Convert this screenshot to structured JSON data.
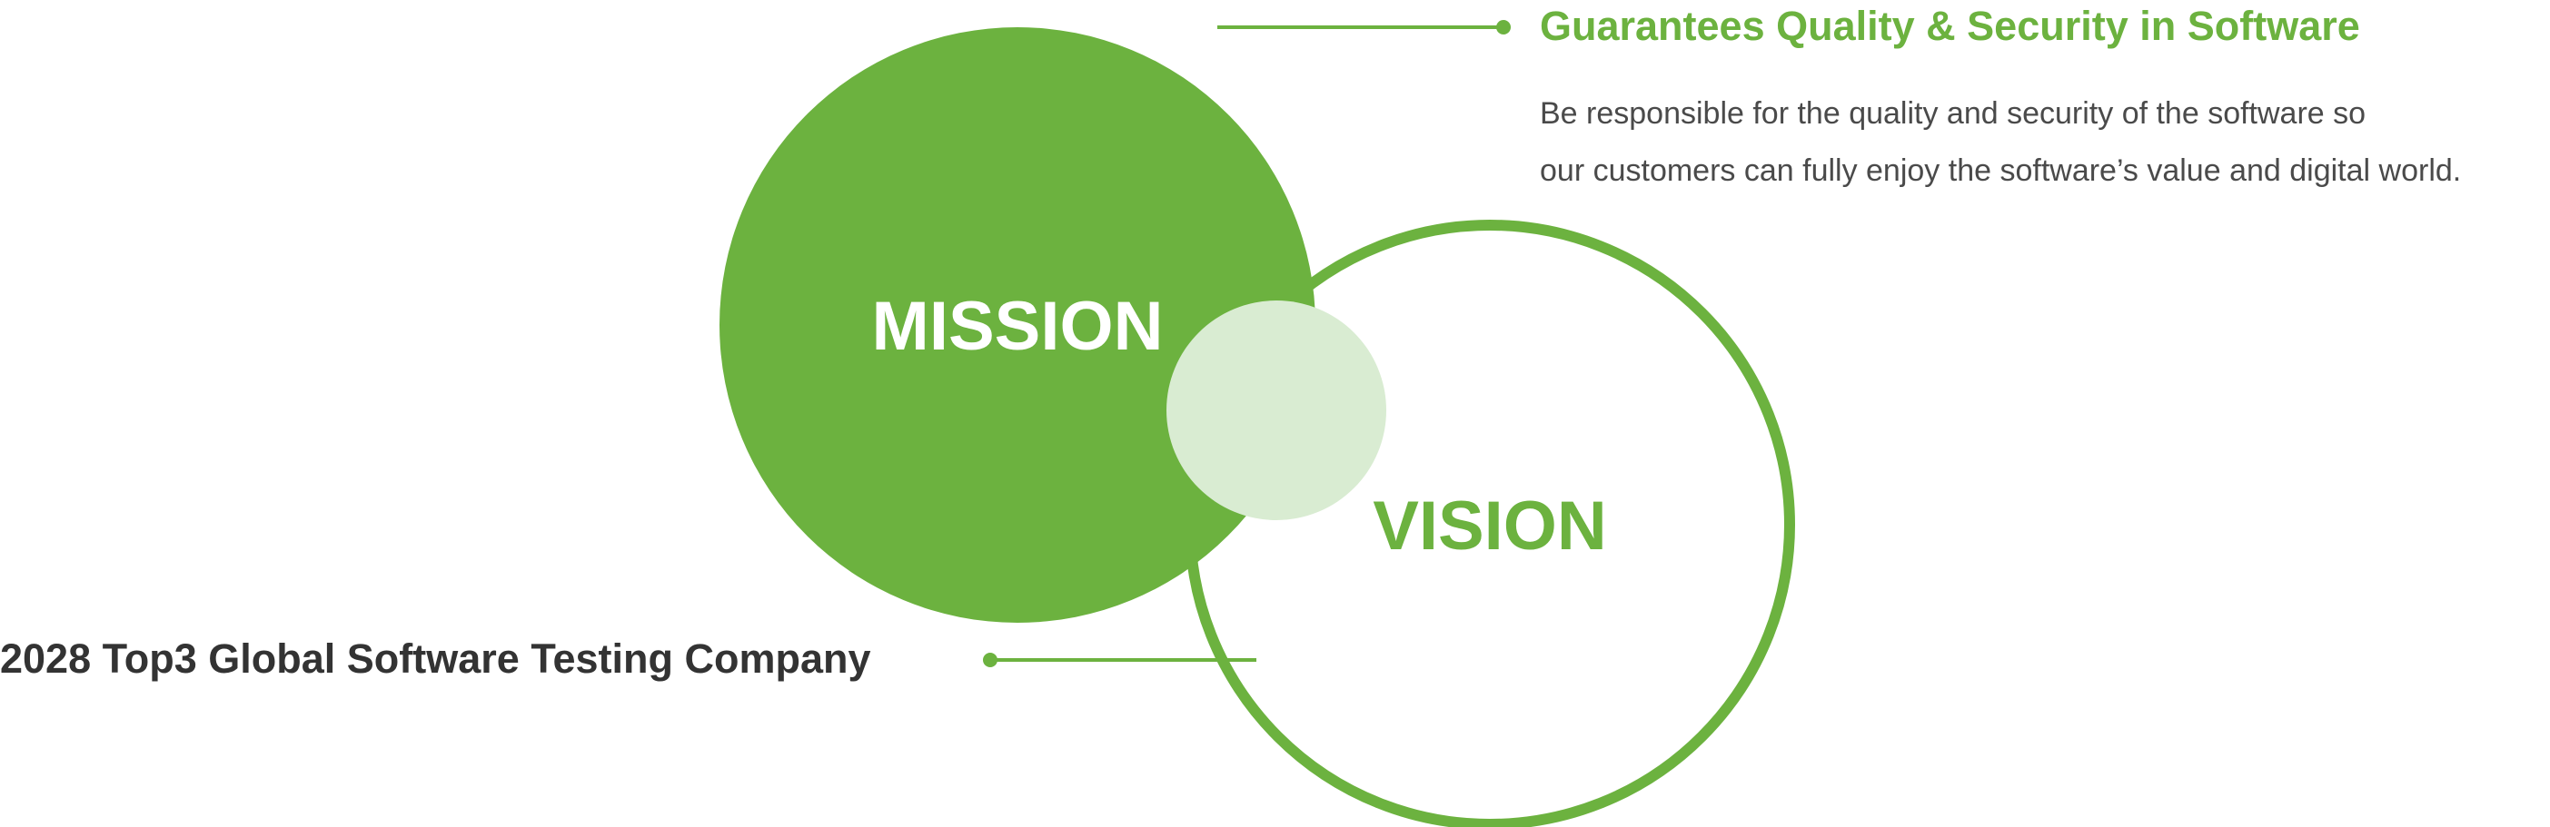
{
  "colors": {
    "accent": "#6cb23f",
    "overlap": "#d9ecd2",
    "text_dark": "#333333",
    "text_body": "#4a4a4a",
    "background": "#ffffff"
  },
  "mission": {
    "label": "MISSION",
    "heading": "Guarantees Quality & Security in Software",
    "description_lines": [
      "Be responsible for the quality and security of the software so",
      "our customers can fully enjoy the software’s value and digital world."
    ]
  },
  "vision": {
    "label": "VISION",
    "heading": "2028 Top3 Global Software Testing Company"
  }
}
